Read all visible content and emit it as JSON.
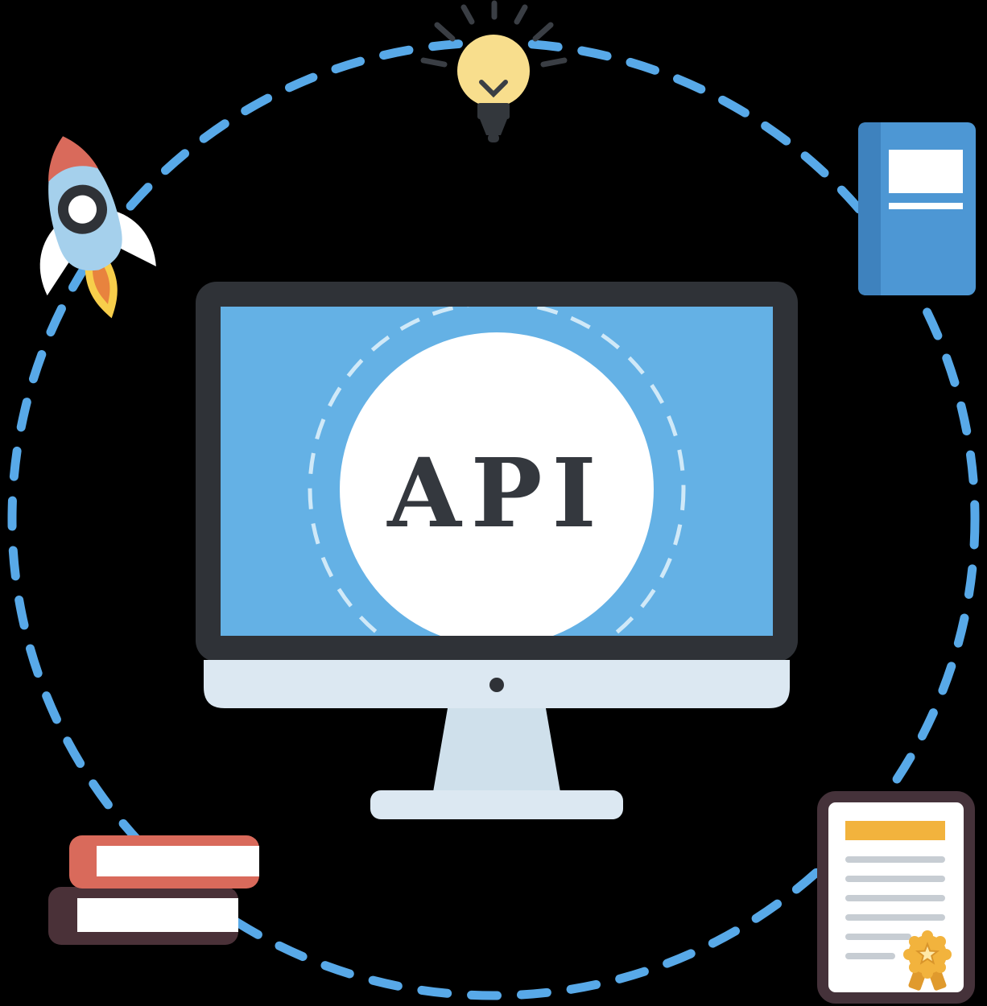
{
  "illustration": {
    "screen_label": "API",
    "description": "Flat illustration of a desktop monitor showing the word API inside a white circle, surrounded by a large dashed blue circle connecting a rocket, a glowing lightbulb, a blue book, a certificate with award rosette, and a stack of books",
    "icons": [
      {
        "name": "rocket-icon"
      },
      {
        "name": "lightbulb-icon"
      },
      {
        "name": "book-icon"
      },
      {
        "name": "certificate-icon"
      },
      {
        "name": "books-stack-icon"
      },
      {
        "name": "monitor"
      }
    ],
    "colors": {
      "background": "#000000",
      "dash_blue": "#58A9E8",
      "screen_blue": "#64B1E5",
      "screen_dash_white": "#DCEFFA",
      "monitor_frame": "#2F3237",
      "stand_gray": "#DCE8F2",
      "neck_gray": "#CFE0EB",
      "api_text": "#34383E",
      "rocket_body": "#A5D0EC",
      "rocket_nose": "#D96A5B",
      "flame_yellow": "#F7CE4B",
      "flame_orange": "#E8833E",
      "bulb_yellow": "#F8DE8D",
      "bulb_base": "#33373C",
      "book_blue": "#4D97D4",
      "book_spine_blue": "#3E82BE",
      "certificate_frame": "#45323A",
      "certificate_gold": "#F2B33D",
      "ribbon_gold": "#E09A2D",
      "line_gray": "#C7CDD3",
      "book_red": "#D96A5B",
      "book_brown": "#4A3138",
      "white": "#FFFFFF"
    }
  }
}
